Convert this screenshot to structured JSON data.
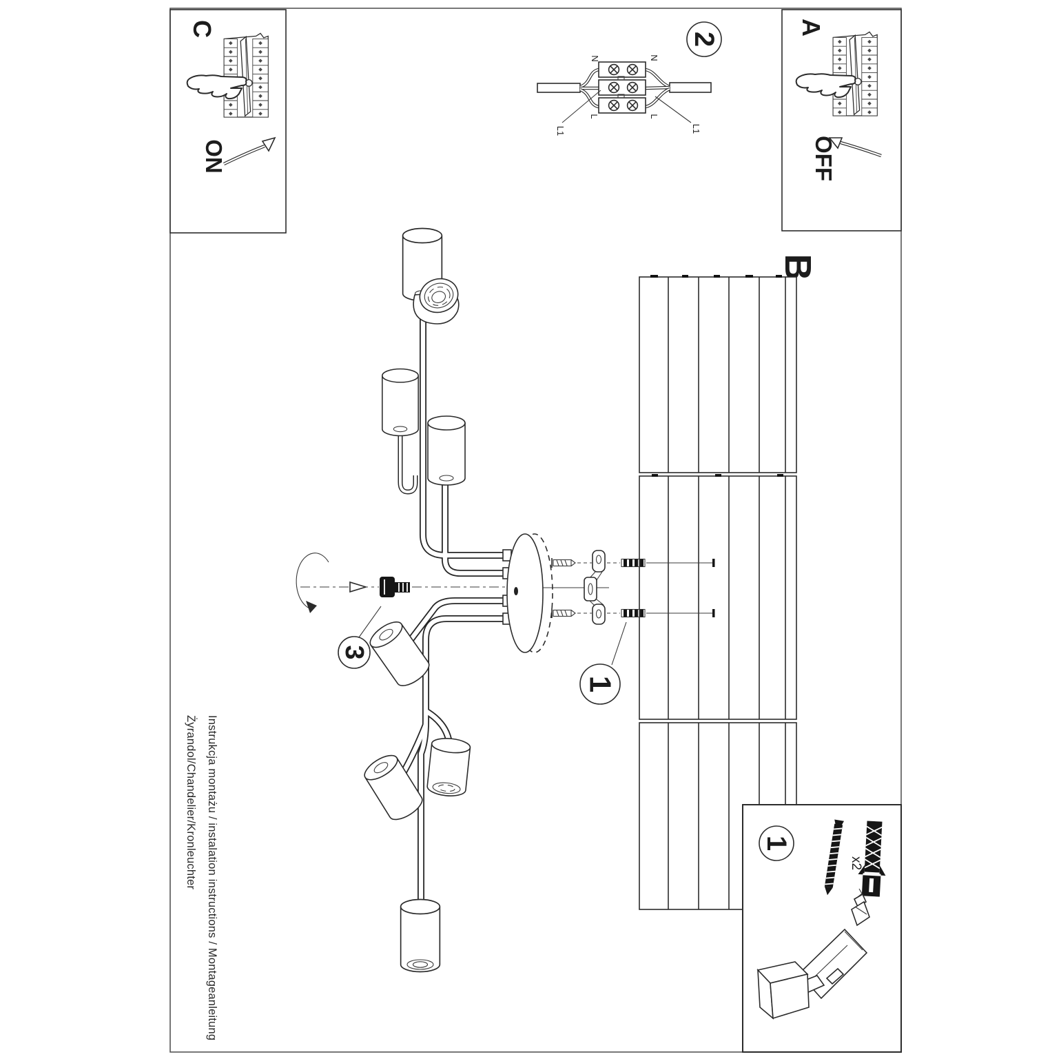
{
  "panel_c": {
    "label": "C",
    "state": "ON"
  },
  "panel_a": {
    "label": "A",
    "state": "OFF"
  },
  "wiring": {
    "step": "2",
    "n_left": "N",
    "n_right": "N",
    "l_left": "L",
    "l_right": "L",
    "l1_left": "L1",
    "l1_right": "L1"
  },
  "ceiling": {
    "label": "B"
  },
  "markers": {
    "anchor_step": "1",
    "screw_step": "3"
  },
  "parts": {
    "step": "1",
    "qty": "x2"
  },
  "footer": {
    "line1": "Instrukcja montażu / instalation instructions / Montageanleitung",
    "line2": "Żyrandol/Chandelier/Kronleuchter"
  }
}
